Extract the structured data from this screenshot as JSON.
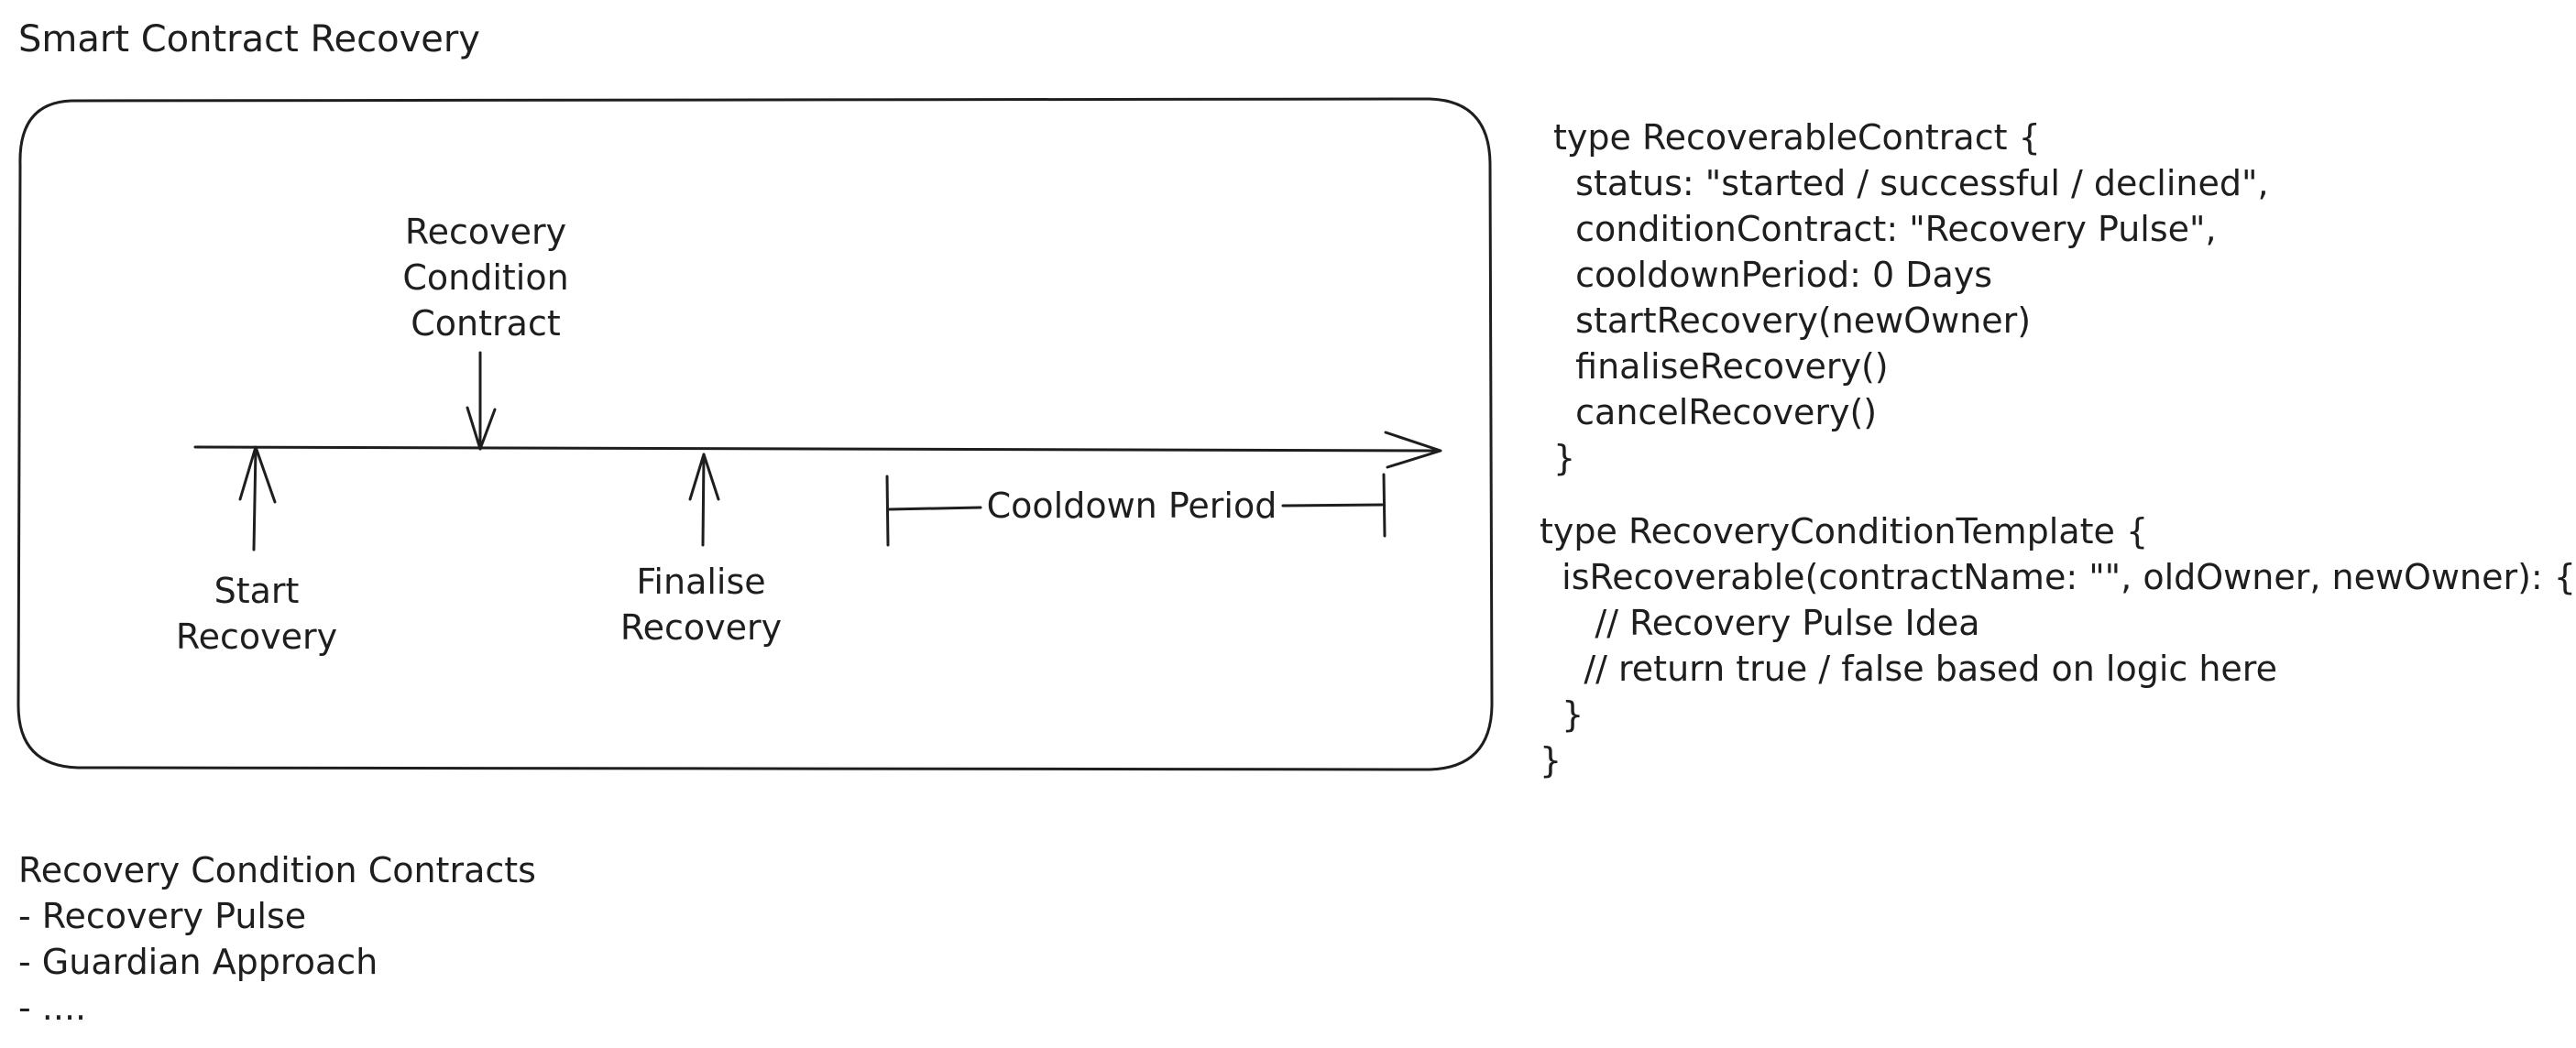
{
  "title": "Smart Contract Recovery",
  "timeline": {
    "recovery_condition_contract": [
      "Recovery",
      "Condition",
      "Contract"
    ],
    "start_recovery": [
      "Start",
      "Recovery"
    ],
    "finalise_recovery": [
      "Finalise",
      "Recovery"
    ],
    "cooldown_period": "Cooldown Period"
  },
  "code_recoverable_contract": [
    "type RecoverableContract {",
    "  status: \"started / successful / declined\",",
    "  conditionContract: \"Recovery Pulse\",",
    "  cooldownPeriod: 0 Days",
    "  startRecovery(newOwner)",
    "  finaliseRecovery()",
    "  cancelRecovery()",
    "}"
  ],
  "code_recovery_condition_template": [
    "type RecoveryConditionTemplate {",
    "  isRecoverable(contractName: \"\", oldOwner, newOwner): {",
    "     // Recovery Pulse Idea",
    "    // return true / false based on logic here",
    "  }",
    "}"
  ],
  "condition_contracts": {
    "heading": "Recovery Condition Contracts",
    "items": [
      "- Recovery Pulse",
      "- Guardian Approach",
      "- ...."
    ]
  },
  "colors": {
    "stroke": "#1e1e1e",
    "background": "#ffffff"
  }
}
